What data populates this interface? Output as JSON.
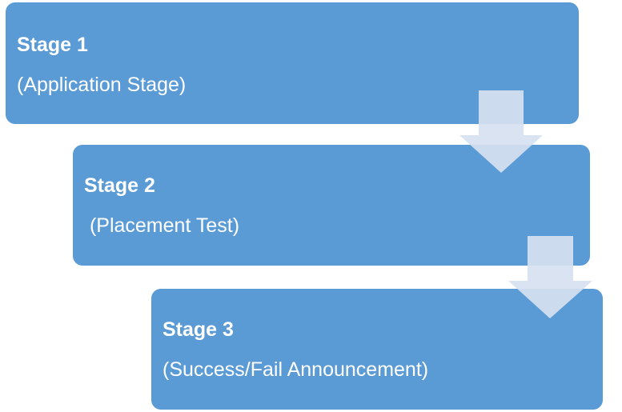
{
  "stages": [
    {
      "title": "Stage 1",
      "subtitle": "(Application Stage)"
    },
    {
      "title": "Stage 2",
      "subtitle": " (Placement Test)"
    },
    {
      "title": "Stage 3",
      "subtitle": "(Success/Fail Announcement)"
    }
  ],
  "colors": {
    "box_fill": "#5b9bd5",
    "text": "#ffffff",
    "arrow_fill": "#d6e1f0"
  },
  "icons": {
    "connector": "down-arrow-icon"
  }
}
